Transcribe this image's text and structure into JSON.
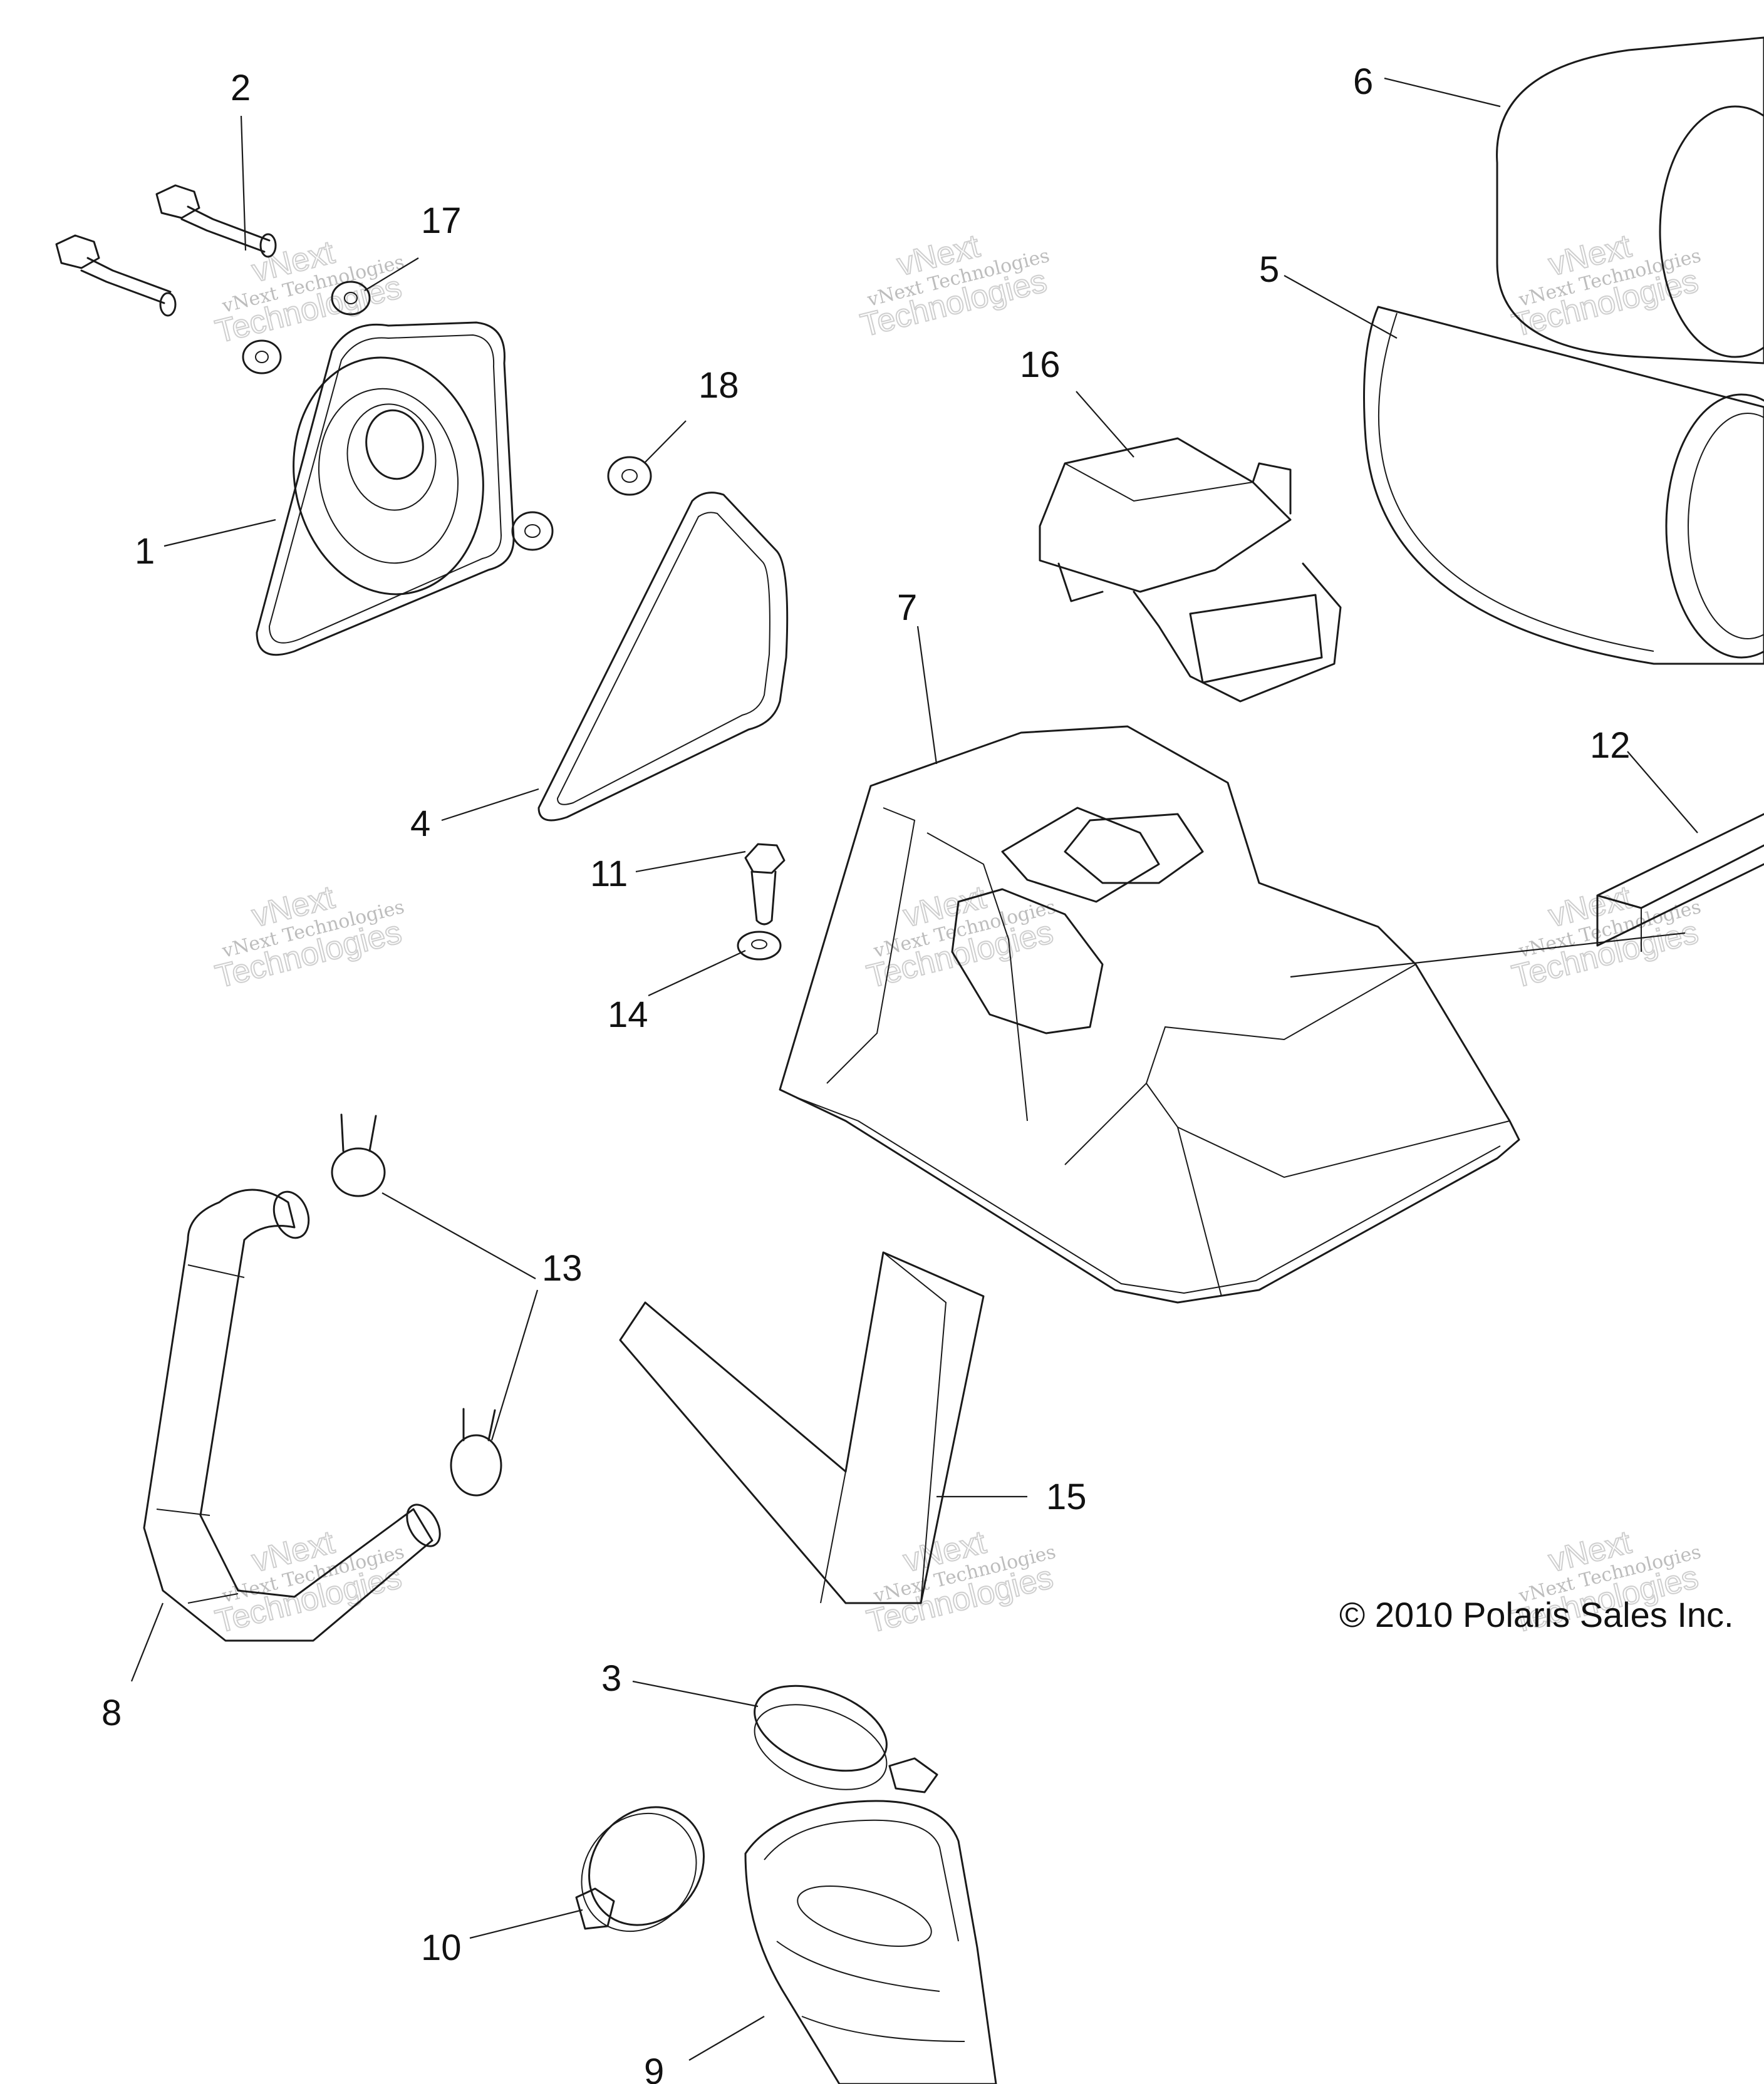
{
  "callouts": [
    "1",
    "2",
    "3",
    "4",
    "5",
    "6",
    "7",
    "8",
    "9",
    "10",
    "11",
    "12",
    "13",
    "14",
    "15",
    "16",
    "17",
    "18"
  ],
  "copyright": "© 2010 Polaris Sales Inc.",
  "watermark": {
    "line1": "vNext",
    "line2": "vNext Technologies",
    "line3": "Technologies"
  }
}
